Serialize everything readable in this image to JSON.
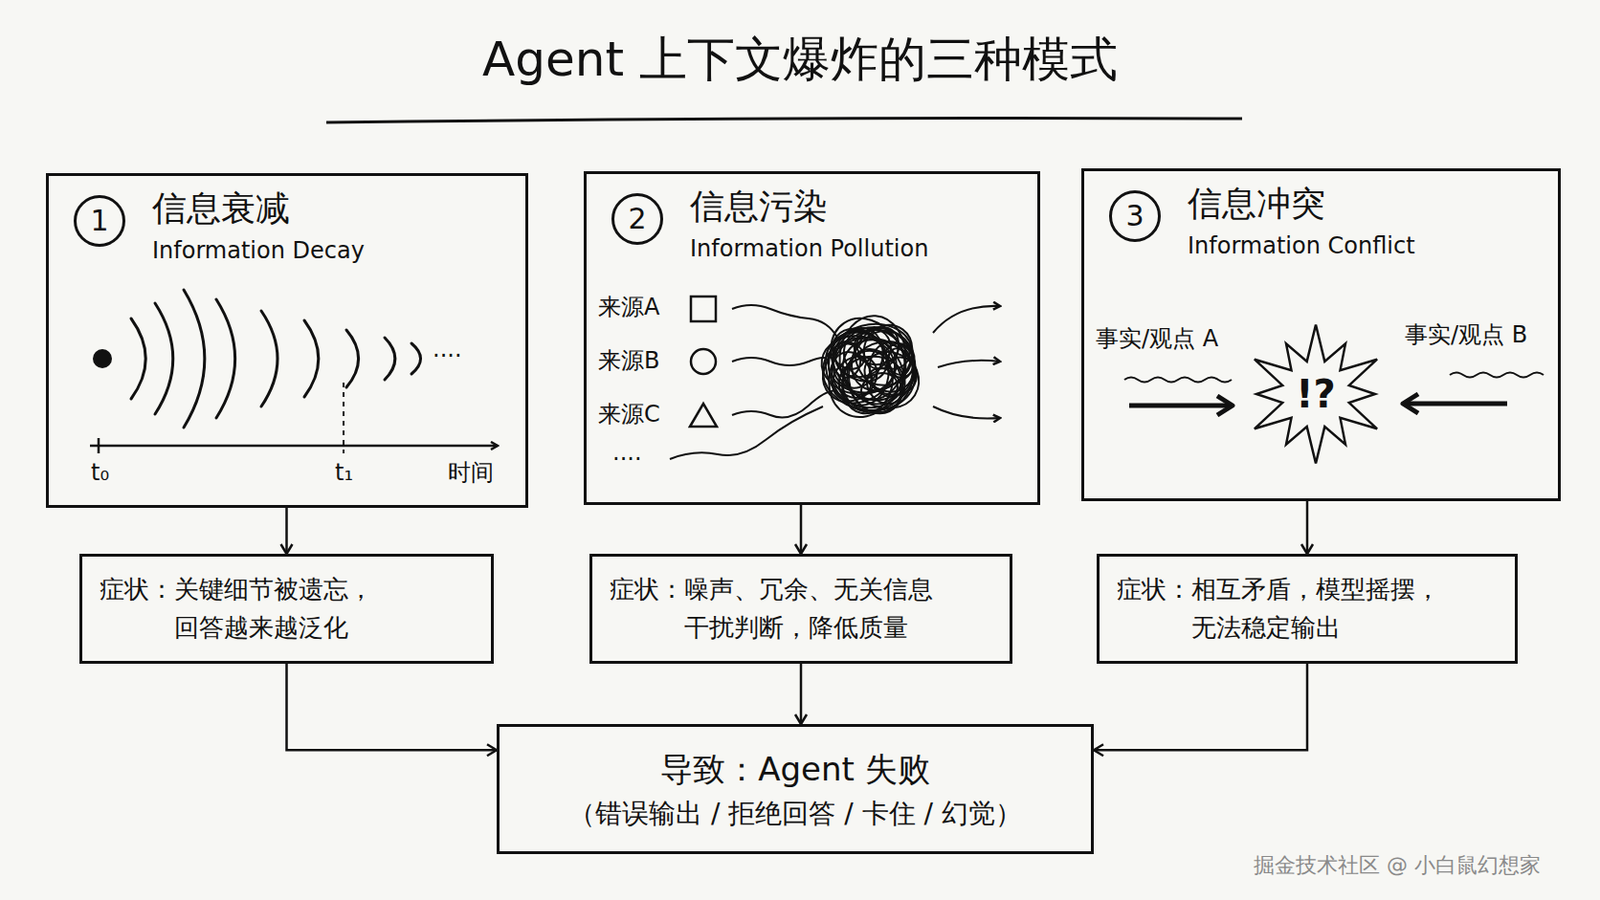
{
  "diagram": {
    "title": "Agent 上下文爆炸的三种模式",
    "nodes": [
      {
        "text": [
          "1",
          "信息衰减",
          "Information Decay"
        ]
      },
      {
        "text": [
          "2",
          "信息污染",
          "Information Pollution"
        ]
      },
      {
        "text": [
          "3",
          "信息冲突",
          "Information Conflict"
        ]
      },
      {
        "text": [
          "!?"
        ],
        "in": 2
      },
      {
        "text": [
          "症状：",
          "关键细节被遗忘， 回答越来越泛化"
        ]
      },
      {
        "text": [
          "症状：",
          "噪声、冗余、无关信息 干扰判断，降低质量"
        ]
      },
      {
        "text": [
          "症状：",
          "相互矛盾，模型摇摆， 无法稳定输出"
        ]
      },
      {
        "text": [
          "导致：Agent 失败",
          "（错误输出 / 拒绝回答 / 卡住 / 幻觉）"
        ]
      }
    ],
    "edges": [
      {
        "from": 0,
        "to": 4,
        "arrow": "to"
      },
      {
        "from": 1,
        "to": 5,
        "arrow": "to"
      },
      {
        "from": 2,
        "to": 6,
        "arrow": "to"
      },
      {
        "from": 4,
        "to": 7,
        "arrow": "to"
      },
      {
        "from": 5,
        "to": 7,
        "arrow": "to"
      },
      {
        "from": 6,
        "to": 7,
        "arrow": "to"
      }
    ],
    "labels": [
      "····",
      "t₀",
      "t₁",
      "时间",
      "来源A",
      "来源B",
      "来源C",
      "····",
      "事实/观点 A",
      "事实/观点 B",
      "掘金技术社区 @ 小白鼠幻想家"
    ]
  }
}
